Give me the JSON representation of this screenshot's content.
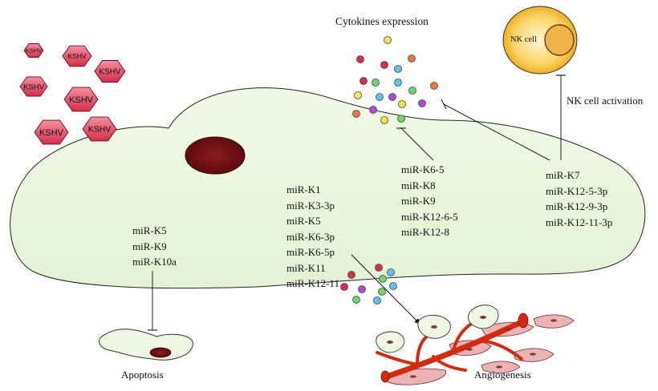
{
  "labels": {
    "cytokines": "Cytokines expression",
    "nk_cell": "NK cell",
    "nk_activation": "NK cell activation",
    "apoptosis": "Apoptosis",
    "angiogenesis": "Angiogenesis",
    "virus": "KSHV"
  },
  "mirna_groups": {
    "apoptosis": [
      "miR-K5",
      "miR-K9",
      "miR-K10a"
    ],
    "angiogenesis": [
      "miR-K1",
      "miR-K3-3p",
      "miR-K5",
      "miR-K6-3p",
      "miR-K6-5p",
      "miR-K11",
      "miR-K12-11"
    ],
    "cytokines": [
      "miR-K6-5",
      "miR-K8",
      "miR-K9",
      "miR-K12-6-5",
      "miR-K12-8"
    ],
    "nk_cell": [
      "miR-K7",
      "miR-K12-5-3p",
      "miR-K12-9-3p",
      "miR-K12-11-3p"
    ]
  },
  "colors": {
    "cell_fill": "#eef7e2",
    "nucleus": "#7a1418",
    "virus_fill": "#e0405c",
    "nk_fill": "#f7c23a",
    "vessel": "#d42a10",
    "endothelial": "#eab4b4",
    "dot_red": "#d4304c",
    "dot_green": "#6cd66c",
    "dot_blue": "#5cc4ec",
    "dot_yellow": "#f4e450",
    "dot_purple": "#b04ad8",
    "dot_orange": "#e67a3c"
  }
}
